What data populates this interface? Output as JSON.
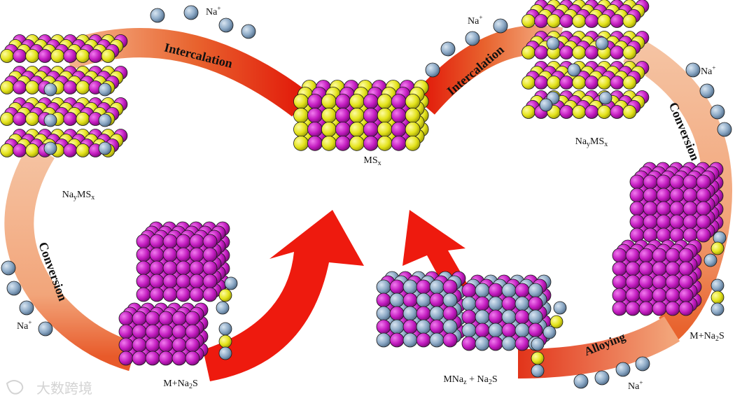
{
  "labels": {
    "ms_center": {
      "main": "MS",
      "sub": "x"
    },
    "nayms_left": {
      "p1": "Na",
      "s1": "y",
      "p2": "MS",
      "s2": "x"
    },
    "nayms_right": {
      "p1": "Na",
      "s1": "y",
      "p2": "MS",
      "s2": "x"
    },
    "m_na2s_left": {
      "p1": "M+Na",
      "s1": "2",
      "p2": "S"
    },
    "m_na2s_right": {
      "p1": "M+Na",
      "s1": "2",
      "p2": "S"
    },
    "mnaz": {
      "p1": "MNa",
      "s1": "z",
      "p2": " + Na",
      "s2": "2",
      "p3": "S"
    }
  },
  "ion": {
    "base": "Na",
    "charge": "+"
  },
  "arcs": {
    "intercalation_left": "Intercalation",
    "intercalation_right": "Intercalation",
    "conversion_left": "Conversion",
    "conversion_right": "Conversion",
    "alloying": "Alloying"
  },
  "watermark": "大数跨境",
  "colors": {
    "magenta": "#c21bbf",
    "yellow": "#e3e21a",
    "blue_grey": "#8aa7c4",
    "arrow_red": "#ee1a0e",
    "ring_peach": "#f2a57a",
    "ring_red": "#e2341a"
  }
}
